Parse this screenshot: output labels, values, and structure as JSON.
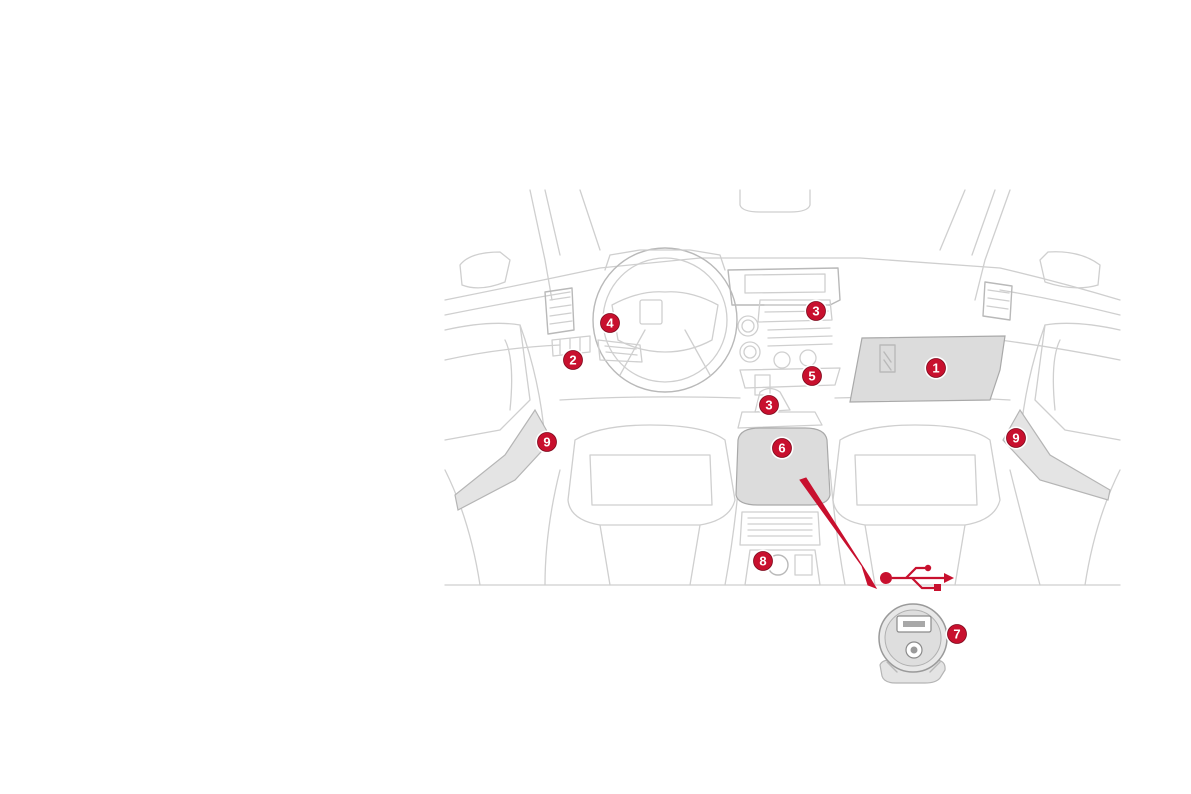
{
  "markers": [
    {
      "id": "glovebox",
      "label": "1"
    },
    {
      "id": "left-dash-switches",
      "label": "2"
    },
    {
      "id": "upper-dash-storage",
      "label": "3"
    },
    {
      "id": "console-storage",
      "label": "3"
    },
    {
      "id": "steering-wheel",
      "label": "4"
    },
    {
      "id": "center-controls",
      "label": "5"
    },
    {
      "id": "armrest",
      "label": "6"
    },
    {
      "id": "usb-socket",
      "label": "7"
    },
    {
      "id": "power-socket",
      "label": "8"
    },
    {
      "id": "left-door-bin",
      "label": "9"
    },
    {
      "id": "right-door-bin",
      "label": "9"
    }
  ],
  "colors": {
    "marker": "#c8102e",
    "line": "#cfcfcf",
    "highlight": "#dcdcdc",
    "pointer": "#c8102e"
  },
  "icons": {
    "usb": "usb-icon"
  }
}
